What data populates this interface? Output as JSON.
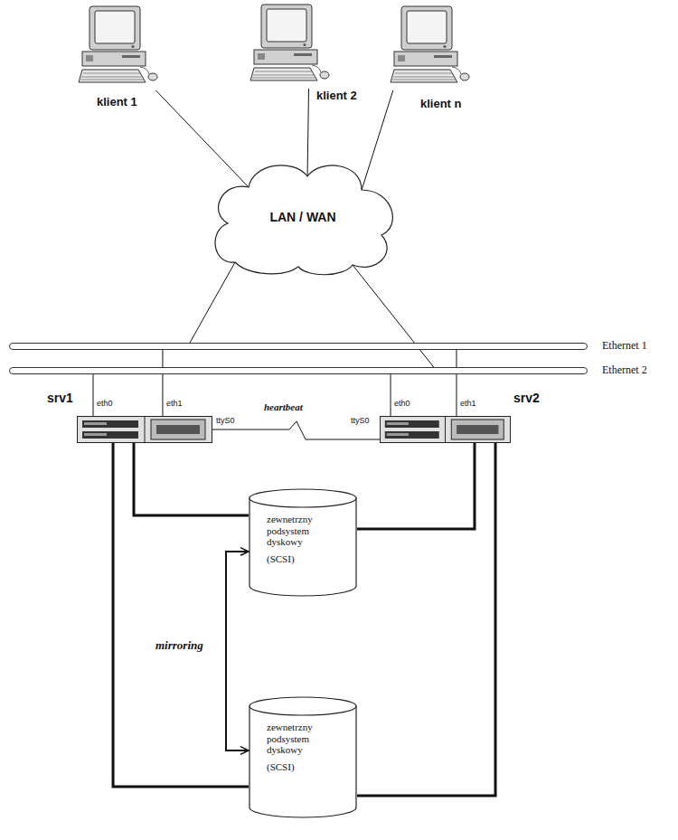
{
  "diagram": {
    "nodes": [
      {
        "text": [
          "klient 1"
        ]
      },
      {
        "text": [
          "klient 2"
        ]
      },
      {
        "text": [
          "klient n"
        ]
      },
      {
        "text": [
          "LAN / WAN"
        ]
      },
      {
        "text": [
          "Ethernet 1"
        ]
      },
      {
        "text": [
          "Ethernet 2"
        ]
      },
      {
        "text": [
          "srv1"
        ]
      },
      {
        "text": [
          "srv2"
        ]
      },
      {
        "text": [
          "zewnetrzny podsystem dyskowy",
          "(SCSI)"
        ]
      },
      {
        "text": [
          "zewnetrzny podsystem dyskowy",
          "(SCSI)"
        ]
      }
    ],
    "edges": [
      {
        "from": 0,
        "to": 3,
        "arrow": "none"
      },
      {
        "from": 1,
        "to": 3,
        "arrow": "none"
      },
      {
        "from": 2,
        "to": 3,
        "arrow": "none"
      },
      {
        "from": 3,
        "to": 4,
        "arrow": "none"
      },
      {
        "from": 3,
        "to": 5,
        "arrow": "none"
      },
      {
        "from": 6,
        "to": 5,
        "arrow": "none"
      },
      {
        "from": 6,
        "to": 4,
        "arrow": "none"
      },
      {
        "from": 7,
        "to": 5,
        "arrow": "none"
      },
      {
        "from": 7,
        "to": 4,
        "arrow": "none"
      },
      {
        "from": 6,
        "to": 7,
        "label": "heartbeat",
        "arrow": "none"
      },
      {
        "from": 6,
        "to": 8,
        "arrow": "none"
      },
      {
        "from": 6,
        "to": 9,
        "arrow": "none"
      },
      {
        "from": 7,
        "to": 8,
        "arrow": "none"
      },
      {
        "from": 7,
        "to": 9,
        "arrow": "none"
      },
      {
        "from": 8,
        "to": 9,
        "label": "mirroring",
        "arrow": "both"
      }
    ],
    "labels": [
      "eth0",
      "eth1",
      "ttyS0",
      "ttyS0",
      "eth0",
      "eth1"
    ]
  }
}
